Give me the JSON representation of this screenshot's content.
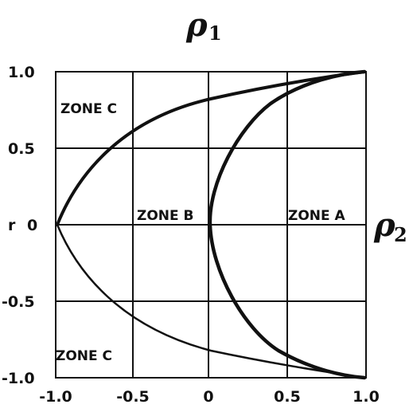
{
  "diagram": {
    "top_label": {
      "letter": "ρ",
      "subscript": "1"
    },
    "right_label": {
      "letter": "ρ",
      "subscript": "2"
    },
    "y_axis_label": "r",
    "x_ticks": [
      "-1.0",
      "-0.5",
      "0",
      "0.5",
      "1.0"
    ],
    "y_ticks": [
      "1.0",
      "0.5",
      "0",
      "-0.5",
      "-1.0"
    ],
    "zones": {
      "upper_left": "ZONE C",
      "middle": "ZONE B",
      "right": "ZONE A",
      "lower_left": "ZONE C"
    },
    "colors": {
      "ink": "#111111",
      "background": "#ffffff"
    }
  }
}
